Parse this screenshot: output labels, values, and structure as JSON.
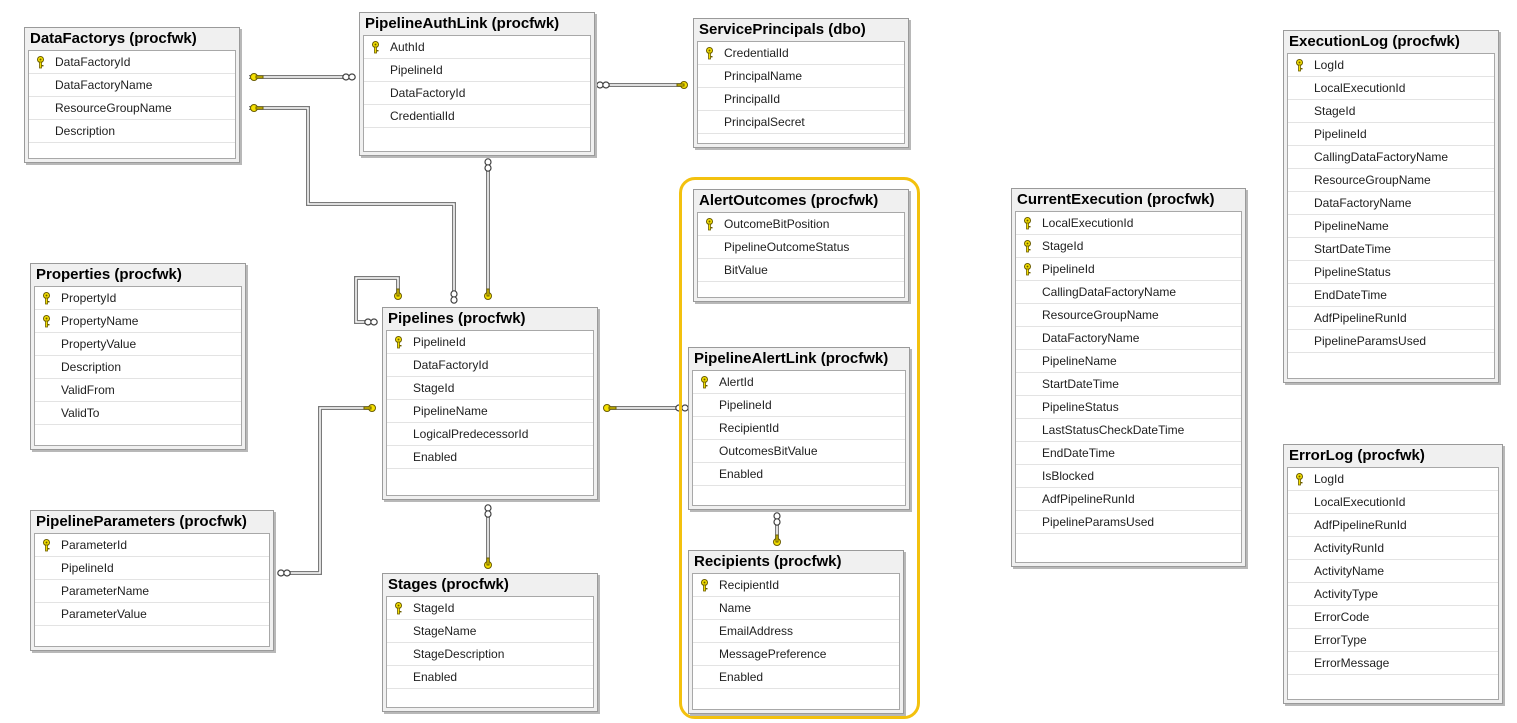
{
  "tables": [
    {
      "id": "datafactorys",
      "title": "DataFactorys (procfwk)",
      "columns": [
        {
          "name": "DataFactoryId",
          "pk": true
        },
        {
          "name": "DataFactoryName",
          "pk": false
        },
        {
          "name": "ResourceGroupName",
          "pk": false
        },
        {
          "name": "Description",
          "pk": false
        }
      ]
    },
    {
      "id": "pipelineauthlink",
      "title": "PipelineAuthLink (procfwk)",
      "columns": [
        {
          "name": "AuthId",
          "pk": true
        },
        {
          "name": "PipelineId",
          "pk": false
        },
        {
          "name": "DataFactoryId",
          "pk": false
        },
        {
          "name": "CredentialId",
          "pk": false
        }
      ]
    },
    {
      "id": "serviceprincipals",
      "title": "ServicePrincipals (dbo)",
      "columns": [
        {
          "name": "CredentialId",
          "pk": true
        },
        {
          "name": "PrincipalName",
          "pk": false
        },
        {
          "name": "PrincipalId",
          "pk": false
        },
        {
          "name": "PrincipalSecret",
          "pk": false
        }
      ]
    },
    {
      "id": "executionlog",
      "title": "ExecutionLog (procfwk)",
      "columns": [
        {
          "name": "LogId",
          "pk": true
        },
        {
          "name": "LocalExecutionId",
          "pk": false
        },
        {
          "name": "StageId",
          "pk": false
        },
        {
          "name": "PipelineId",
          "pk": false
        },
        {
          "name": "CallingDataFactoryName",
          "pk": false
        },
        {
          "name": "ResourceGroupName",
          "pk": false
        },
        {
          "name": "DataFactoryName",
          "pk": false
        },
        {
          "name": "PipelineName",
          "pk": false
        },
        {
          "name": "StartDateTime",
          "pk": false
        },
        {
          "name": "PipelineStatus",
          "pk": false
        },
        {
          "name": "EndDateTime",
          "pk": false
        },
        {
          "name": "AdfPipelineRunId",
          "pk": false
        },
        {
          "name": "PipelineParamsUsed",
          "pk": false
        }
      ]
    },
    {
      "id": "alertoutcomes",
      "title": "AlertOutcomes (procfwk)",
      "columns": [
        {
          "name": "OutcomeBitPosition",
          "pk": true
        },
        {
          "name": "PipelineOutcomeStatus",
          "pk": false
        },
        {
          "name": "BitValue",
          "pk": false
        }
      ]
    },
    {
      "id": "currentexecution",
      "title": "CurrentExecution (procfwk)",
      "columns": [
        {
          "name": "LocalExecutionId",
          "pk": true
        },
        {
          "name": "StageId",
          "pk": true
        },
        {
          "name": "PipelineId",
          "pk": true
        },
        {
          "name": "CallingDataFactoryName",
          "pk": false
        },
        {
          "name": "ResourceGroupName",
          "pk": false
        },
        {
          "name": "DataFactoryName",
          "pk": false
        },
        {
          "name": "PipelineName",
          "pk": false
        },
        {
          "name": "StartDateTime",
          "pk": false
        },
        {
          "name": "PipelineStatus",
          "pk": false
        },
        {
          "name": "LastStatusCheckDateTime",
          "pk": false
        },
        {
          "name": "EndDateTime",
          "pk": false
        },
        {
          "name": "IsBlocked",
          "pk": false
        },
        {
          "name": "AdfPipelineRunId",
          "pk": false
        },
        {
          "name": "PipelineParamsUsed",
          "pk": false
        }
      ]
    },
    {
      "id": "properties",
      "title": "Properties (procfwk)",
      "columns": [
        {
          "name": "PropertyId",
          "pk": true
        },
        {
          "name": "PropertyName",
          "pk": true
        },
        {
          "name": "PropertyValue",
          "pk": false
        },
        {
          "name": "Description",
          "pk": false
        },
        {
          "name": "ValidFrom",
          "pk": false
        },
        {
          "name": "ValidTo",
          "pk": false
        }
      ]
    },
    {
      "id": "pipelines",
      "title": "Pipelines (procfwk)",
      "columns": [
        {
          "name": "PipelineId",
          "pk": true
        },
        {
          "name": "DataFactoryId",
          "pk": false
        },
        {
          "name": "StageId",
          "pk": false
        },
        {
          "name": "PipelineName",
          "pk": false
        },
        {
          "name": "LogicalPredecessorId",
          "pk": false
        },
        {
          "name": "Enabled",
          "pk": false
        }
      ]
    },
    {
      "id": "pipelinealertlink",
      "title": "PipelineAlertLink (procfwk)",
      "columns": [
        {
          "name": "AlertId",
          "pk": true
        },
        {
          "name": "PipelineId",
          "pk": false
        },
        {
          "name": "RecipientId",
          "pk": false
        },
        {
          "name": "OutcomesBitValue",
          "pk": false
        },
        {
          "name": "Enabled",
          "pk": false
        }
      ]
    },
    {
      "id": "errorlog",
      "title": "ErrorLog (procfwk)",
      "columns": [
        {
          "name": "LogId",
          "pk": true
        },
        {
          "name": "LocalExecutionId",
          "pk": false
        },
        {
          "name": "AdfPipelineRunId",
          "pk": false
        },
        {
          "name": "ActivityRunId",
          "pk": false
        },
        {
          "name": "ActivityName",
          "pk": false
        },
        {
          "name": "ActivityType",
          "pk": false
        },
        {
          "name": "ErrorCode",
          "pk": false
        },
        {
          "name": "ErrorType",
          "pk": false
        },
        {
          "name": "ErrorMessage",
          "pk": false
        }
      ]
    },
    {
      "id": "pipelineparameters",
      "title": "PipelineParameters (procfwk)",
      "columns": [
        {
          "name": "ParameterId",
          "pk": true
        },
        {
          "name": "PipelineId",
          "pk": false
        },
        {
          "name": "ParameterName",
          "pk": false
        },
        {
          "name": "ParameterValue",
          "pk": false
        }
      ]
    },
    {
      "id": "recipients",
      "title": "Recipients (procfwk)",
      "columns": [
        {
          "name": "RecipientId",
          "pk": true
        },
        {
          "name": "Name",
          "pk": false
        },
        {
          "name": "EmailAddress",
          "pk": false
        },
        {
          "name": "MessagePreference",
          "pk": false
        },
        {
          "name": "Enabled",
          "pk": false
        }
      ]
    },
    {
      "id": "stages",
      "title": "Stages (procfwk)",
      "columns": [
        {
          "name": "StageId",
          "pk": true
        },
        {
          "name": "StageName",
          "pk": false
        },
        {
          "name": "StageDescription",
          "pk": false
        },
        {
          "name": "Enabled",
          "pk": false
        }
      ]
    }
  ],
  "relationships": [
    {
      "from": "pipelineauthlink",
      "to": "datafactorys"
    },
    {
      "from": "pipelineauthlink",
      "to": "serviceprincipals"
    },
    {
      "from": "pipelineauthlink",
      "to": "pipelines"
    },
    {
      "from": "pipelines",
      "to": "datafactorys"
    },
    {
      "from": "pipelines",
      "to": "pipelines"
    },
    {
      "from": "pipelineparameters",
      "to": "pipelines"
    },
    {
      "from": "pipelinealertlink",
      "to": "pipelines"
    },
    {
      "from": "pipelines",
      "to": "stages"
    },
    {
      "from": "pipelinealertlink",
      "to": "recipients"
    }
  ],
  "colors": {
    "key_icon": "#f5e000",
    "highlight_border": "#f3c10e",
    "connector": "#7a7a7a"
  },
  "icons": {
    "primary_key": "key-icon",
    "one_end": "key-icon",
    "many_end": "infinity-icon"
  }
}
